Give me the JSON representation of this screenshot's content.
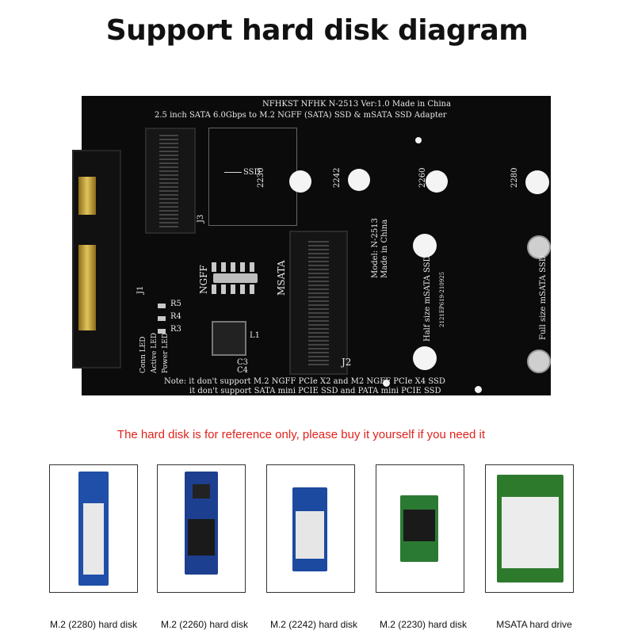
{
  "title": "Support hard disk diagram",
  "board": {
    "header_line1": "NFHKST NFHK N-2513 Ver:1.0 Made in China",
    "header_line2": "2.5 inch SATA 6.0Gbps to M.2 NGFF (SATA) SSD & mSATA SSD Adapter",
    "ssd_arrow": "SSD",
    "size_2230_a": "2230",
    "size_2242": "2242",
    "size_2260": "2260",
    "size_2280": "2280",
    "j3": "J3",
    "j1": "J1",
    "j2": "J2",
    "ngff": "NGFF",
    "msata": "MSATA",
    "model_line1": "Model: N-2513",
    "model_line2": "Made in China",
    "half_size": "Half size mSATA SSD",
    "full_size": "Full size mSATA SSD",
    "date_code": "2121EP619-210925",
    "r5": "R5",
    "r4": "R4",
    "r3": "R3",
    "l1": "L1",
    "c3": "C3",
    "c4": "C4",
    "led_labels": [
      "Conn LED",
      "Active LED",
      "Power LED"
    ],
    "note_line1": "Note: it don't support M.2 NGFF PCIe X2 and M2 NGFF PCIe X4 SSD",
    "note_line2": "it don't support SATA mini PCIE SSD and PATA mini PCIE SSD"
  },
  "notice": "The hard disk is for reference only, please buy it yourself if you need it",
  "cards": [
    {
      "label": "M.2 (2280) hard disk",
      "board_color": "#1f4fa8"
    },
    {
      "label": "M.2 (2260) hard disk",
      "board_color": "#1c3f8f"
    },
    {
      "label": "M.2 (2242) hard disk",
      "board_color": "#1b4aa0"
    },
    {
      "label": "M.2 (2230) hard disk",
      "board_color": "#2b7a33"
    },
    {
      "label": "MSATA hard drive",
      "board_color": "#2d7a2d"
    }
  ]
}
